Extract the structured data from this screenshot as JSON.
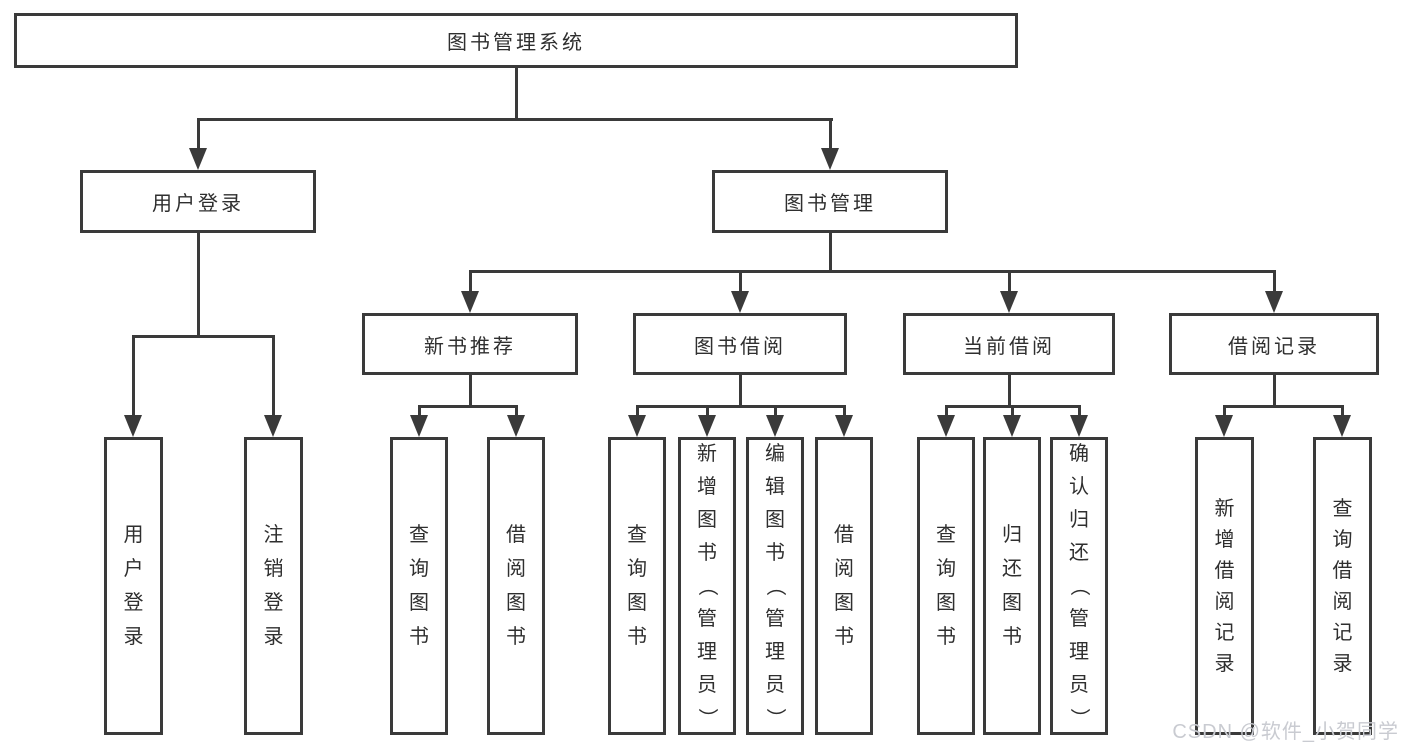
{
  "diagram": {
    "root": {
      "label": "图书管理系统"
    },
    "branches": [
      {
        "label": "用户登录",
        "leaves": [
          "用户登录",
          "注销登录"
        ]
      },
      {
        "label": "图书管理",
        "groups": [
          {
            "label": "新书推荐",
            "leaves": [
              "查询图书",
              "借阅图书"
            ]
          },
          {
            "label": "图书借阅",
            "leaves": [
              "查询图书",
              "新增图书（管理员）",
              "编辑图书（管理员）",
              "借阅图书"
            ]
          },
          {
            "label": "当前借阅",
            "leaves": [
              "查询图书",
              "归还图书",
              "确认归还（管理员）"
            ]
          },
          {
            "label": "借阅记录",
            "leaves": [
              "新增借阅记录",
              "查询借阅记录"
            ]
          }
        ]
      }
    ]
  },
  "watermark": "CSDN @软件_小贺同学",
  "colors": {
    "line": "#3a3a3a",
    "text": "#2f2f2f",
    "watermark": "#c9cbd1",
    "background": "#ffffff"
  }
}
